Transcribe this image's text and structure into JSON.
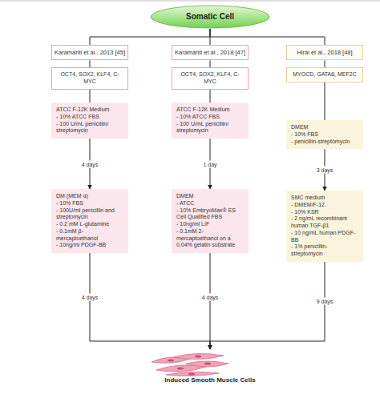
{
  "diagram": {
    "nodes": [
      {
        "text": [
          "Somatic Cell"
        ]
      },
      {
        "text": [
          "Karamariti et al., 2013 [45]"
        ]
      },
      {
        "text": [
          "Karamariti et al., 2018 [47]"
        ]
      },
      {
        "text": [
          "Hirai et al., 2018 [48]"
        ]
      },
      {
        "text": [
          "OCT4, SOX2, KLF4, C-MYC"
        ]
      },
      {
        "text": [
          "OCT4, SOX2, KLF4, C-MYC"
        ]
      },
      {
        "text": [
          "MYOCD, GATA6, MEF2C"
        ]
      },
      {
        "text": [
          "ATCC F-12K Medium",
          "- 10% ATCC FBS",
          "- 100 U/mL penicillin/ streptomycin"
        ]
      },
      {
        "text": [
          "ATCC F-12K Medium",
          "- 10% ATCC FBS",
          "- 100 U/mL penicillin/ streptomycin"
        ]
      },
      {
        "text": [
          "DMEM",
          "- 10% FBS",
          "- penicillin-streptomycin"
        ]
      },
      {
        "text": [
          "DM (MEM α)",
          "- 10% FBS",
          "- 100U/ml penicillin and streptomycin",
          "- 0.2 mM L-glutamine",
          "- 0.1mM β-mercaptoethanol",
          "- 10ng/ml PDGF-BB"
        ]
      },
      {
        "text": [
          "DMEM",
          "- ATCC",
          "- 10% EmbryoMax® ES Cell Qualified FBS",
          "- 10ng/ml LIF",
          "- 0.1mM 2-mercaptoethanol on a 0.04% gelatin substrate"
        ]
      },
      {
        "text": [
          "SMC medium",
          "- DMEM/F-12",
          "- 10% KSR",
          "- 2 ng/mL recombinant human TGF-β1",
          "- 10 ng/mL human PDGF-BB",
          "- 1% penicillin-streptomycin"
        ]
      },
      {
        "text": [
          "Induced Smooth Muscle Cells"
        ]
      }
    ],
    "edges": [
      {
        "from": 0,
        "to": 1,
        "arrow": "none"
      },
      {
        "from": 0,
        "to": 2,
        "arrow": "none"
      },
      {
        "from": 0,
        "to": 3,
        "arrow": "none"
      },
      {
        "from": 1,
        "to": 4,
        "arrow": "none"
      },
      {
        "from": 2,
        "to": 5,
        "arrow": "none"
      },
      {
        "from": 3,
        "to": 6,
        "arrow": "none"
      },
      {
        "from": 4,
        "to": 7,
        "arrow": "none"
      },
      {
        "from": 5,
        "to": 8,
        "arrow": "none"
      },
      {
        "from": 6,
        "to": 9,
        "arrow": "none"
      },
      {
        "from": 7,
        "to": 10,
        "label": "4 days",
        "arrow": "to"
      },
      {
        "from": 8,
        "to": 11,
        "label": "1 day",
        "arrow": "to"
      },
      {
        "from": 9,
        "to": 12,
        "label": "3 days",
        "arrow": "to"
      },
      {
        "from": 10,
        "to": 13,
        "label": "4 days",
        "arrow": "to"
      },
      {
        "from": 11,
        "to": 13,
        "label": "4 days",
        "arrow": "to"
      },
      {
        "from": 12,
        "to": 13,
        "label": "9 days",
        "arrow": "to"
      }
    ]
  }
}
